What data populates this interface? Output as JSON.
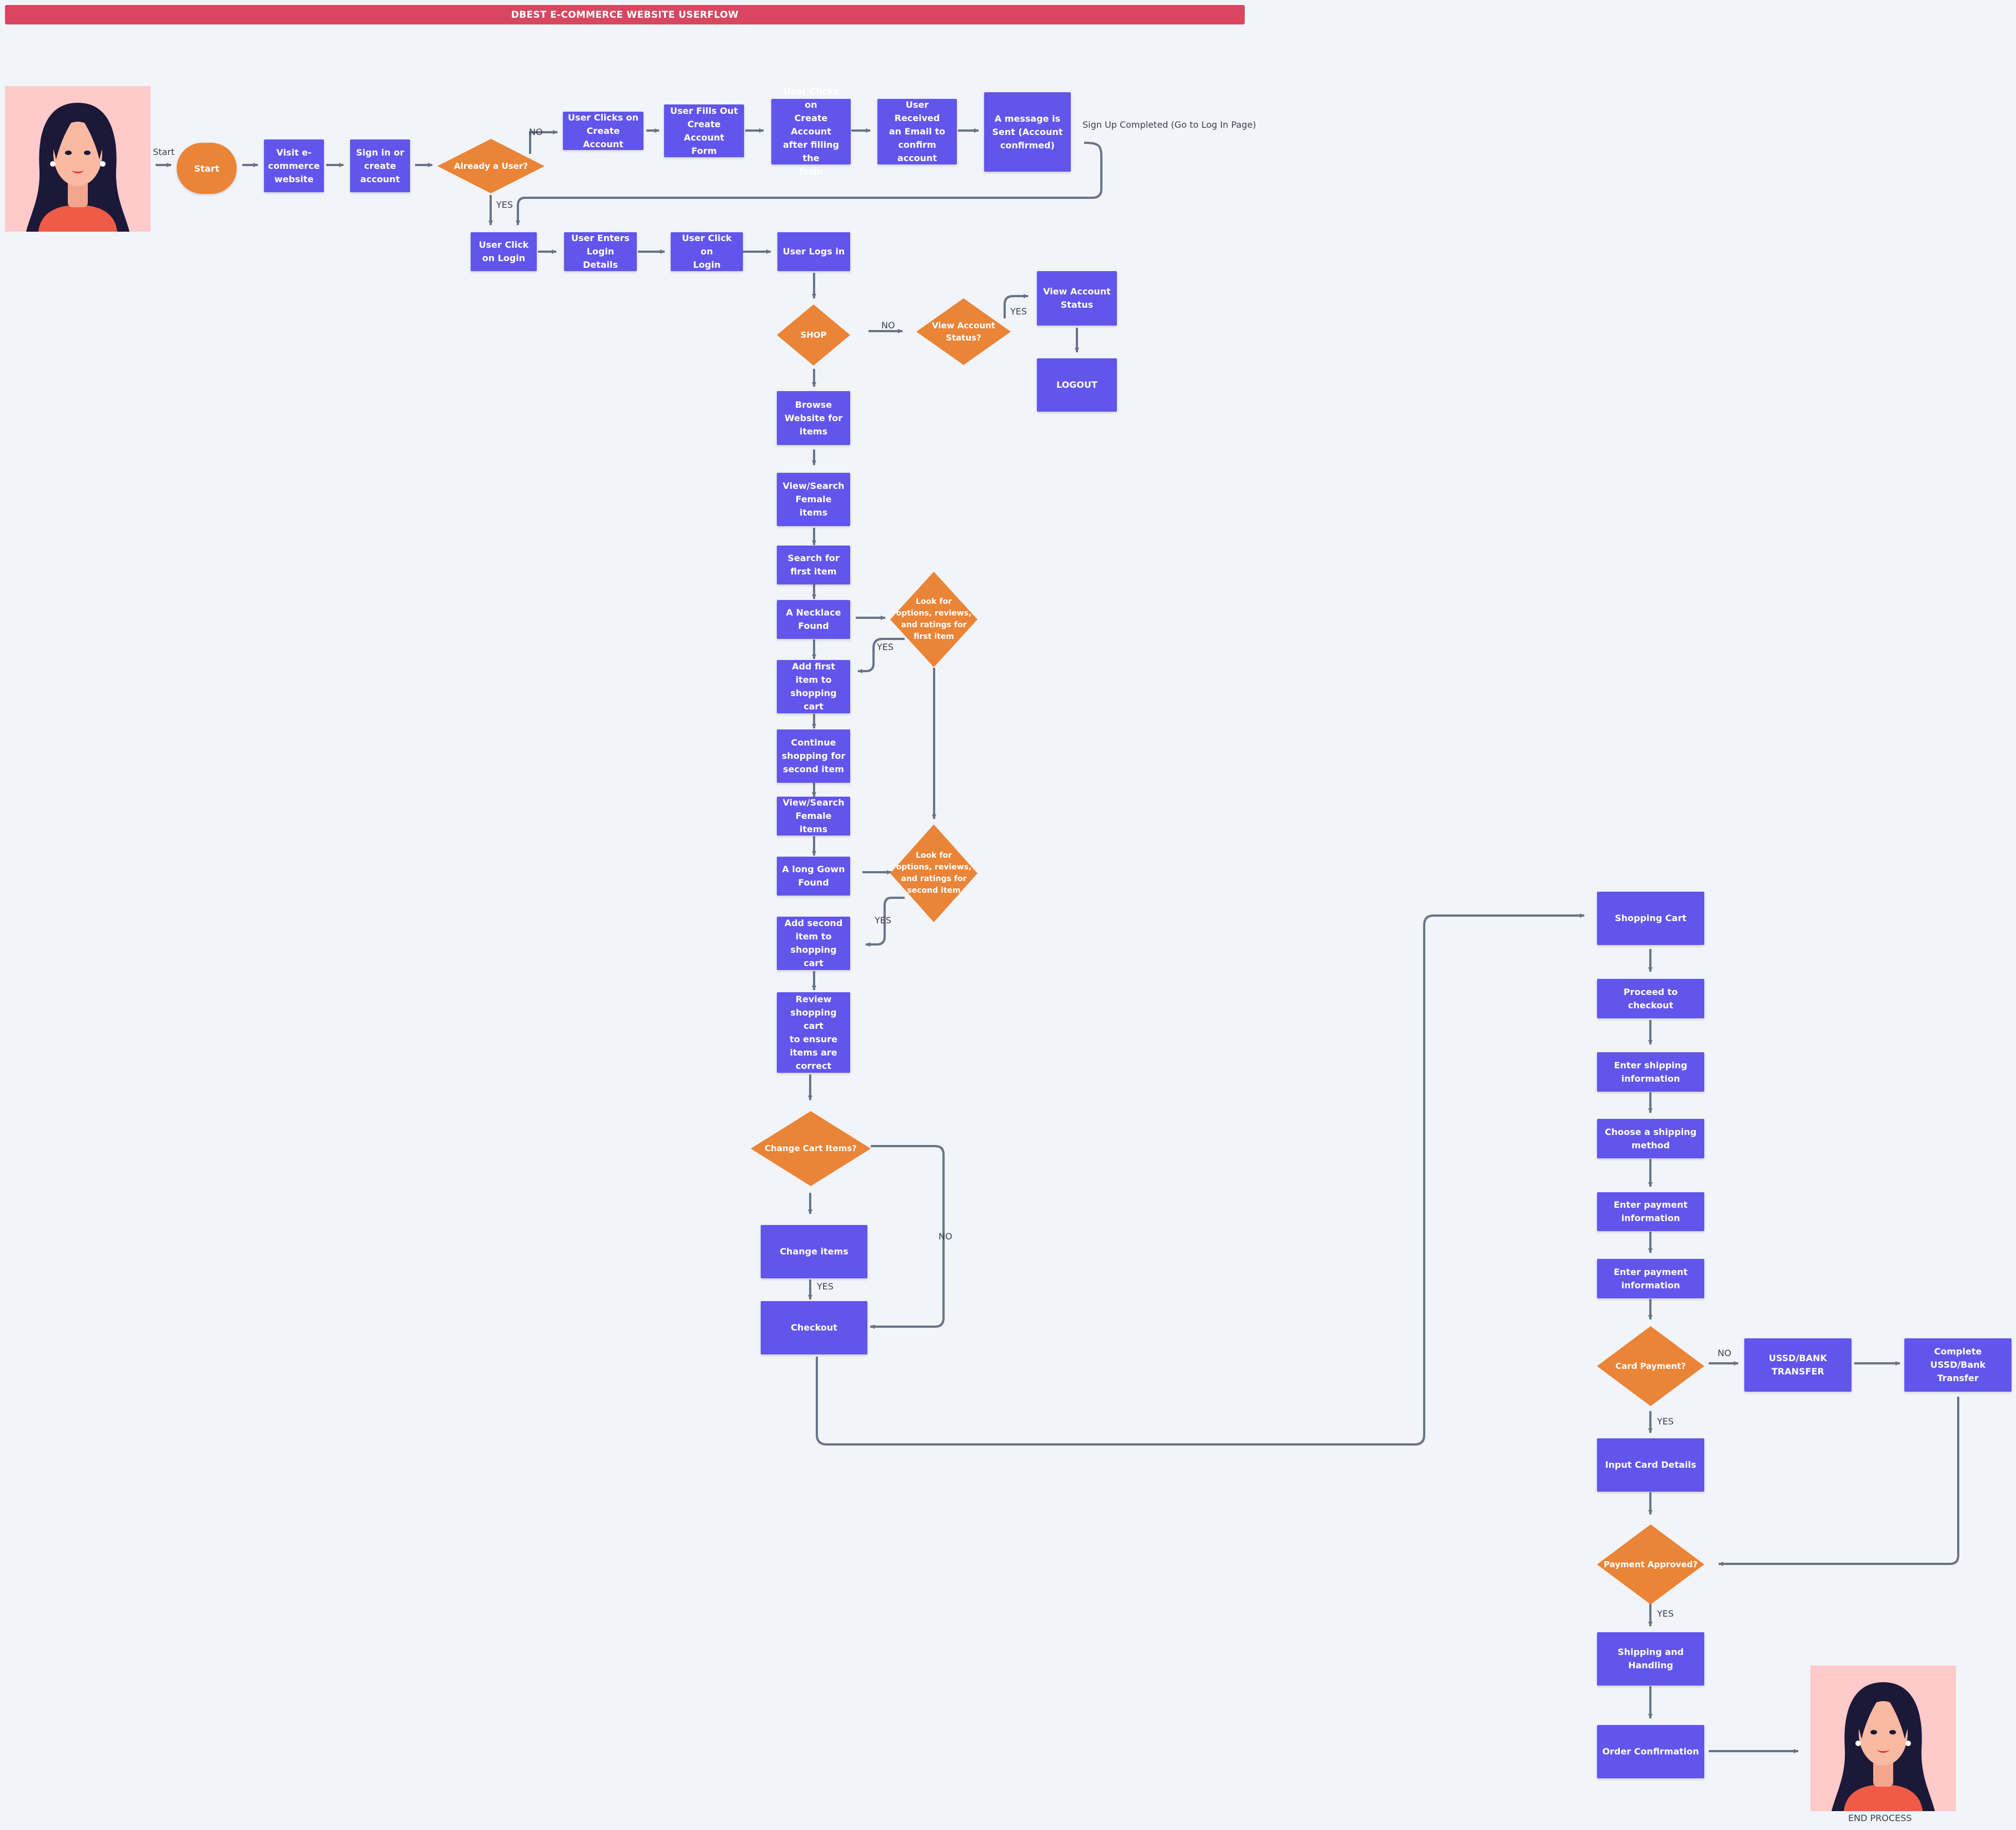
{
  "title": "DBEST E-COMMERCE WEBSITE USERFLOW",
  "colors": {
    "process": "#6255ec",
    "decision": "#ea8437",
    "title_bar": "#d94660",
    "connector": "#6a7488",
    "avatar_bg": "#ffcaca"
  },
  "avatar_icon": "woman-avatar-icon",
  "start_oval": "Start",
  "labels": {
    "start": "Start",
    "no": "NO",
    "yes": "YES",
    "signup_completed": "Sign Up Completed (Go to Log In Page)",
    "end_process": "END PROCESS"
  },
  "boxes": {
    "visit_website": "Visit e-\ncommerce\nwebsite",
    "sign_in_or_create": "Sign in or\ncreate\naccount",
    "clicks_create_account": "User Clicks on\nCreate Account",
    "fills_out_form": "User Fills Out\nCreate Account\nForm",
    "clicks_after_filling": "User Clicks on\nCreate Account\nafter filling the\nform",
    "received_email": "User Received\nan Email to\nconfirm\naccount",
    "message_sent": "A message is\nSent (Account\nconfirmed)",
    "click_login": "User Click\non Login",
    "enters_login_details": "User Enters\nLogin Details",
    "click_on_login": "User Click on\nLogin",
    "logs_in": "User Logs in",
    "view_account_status": "View Account\nStatus",
    "logout": "LOGOUT",
    "browse_website": "Browse\nWebsite for\nitems",
    "view_search_female_1": "View/Search\nFemale items",
    "search_first_item": "Search for\nfirst item",
    "necklace_found": "A Necklace\nFound",
    "add_first_item": "Add first\nitem to\nshopping cart",
    "continue_shopping": "Continue\nshopping for\nsecond item",
    "view_search_female_2": "View/Search\nFemale items",
    "long_gown_found": "A long Gown\nFound",
    "add_second_item": "Add second\nitem to\nshopping cart",
    "review_cart": "Review\nshopping cart\nto ensure\nitems are\ncorrect",
    "change_items": "Change items",
    "checkout": "Checkout",
    "shopping_cart": "Shopping Cart",
    "proceed_checkout": "Proceed to checkout",
    "enter_shipping_info": "Enter shipping\ninformation",
    "choose_shipping_method": "Choose a shipping\nmethod",
    "enter_payment_info_1": "Enter payment\ninformation",
    "enter_payment_info_2": "Enter payment\ninformation",
    "ussd_bank_transfer": "USSD/BANK\nTRANSFER",
    "complete_ussd": "Complete\nUSSD/Bank Transfer",
    "input_card_details": "Input Card Details",
    "shipping_handling": "Shipping and\nHandling",
    "order_confirmation": "Order Confirmation"
  },
  "decisions": {
    "already_user": "Already a User?",
    "shop": "SHOP",
    "view_account_status_q": "View Account\nStatus?",
    "look_first_item": "Look for\noptions, reviews,\nand ratings for\nfirst item",
    "look_second_item": "Look for\noptions, reviews,\nand ratings for\nsecond item",
    "change_cart_items": "Change Cart Items?",
    "card_payment": "Card Payment?",
    "payment_approved": "Payment Approved?"
  }
}
